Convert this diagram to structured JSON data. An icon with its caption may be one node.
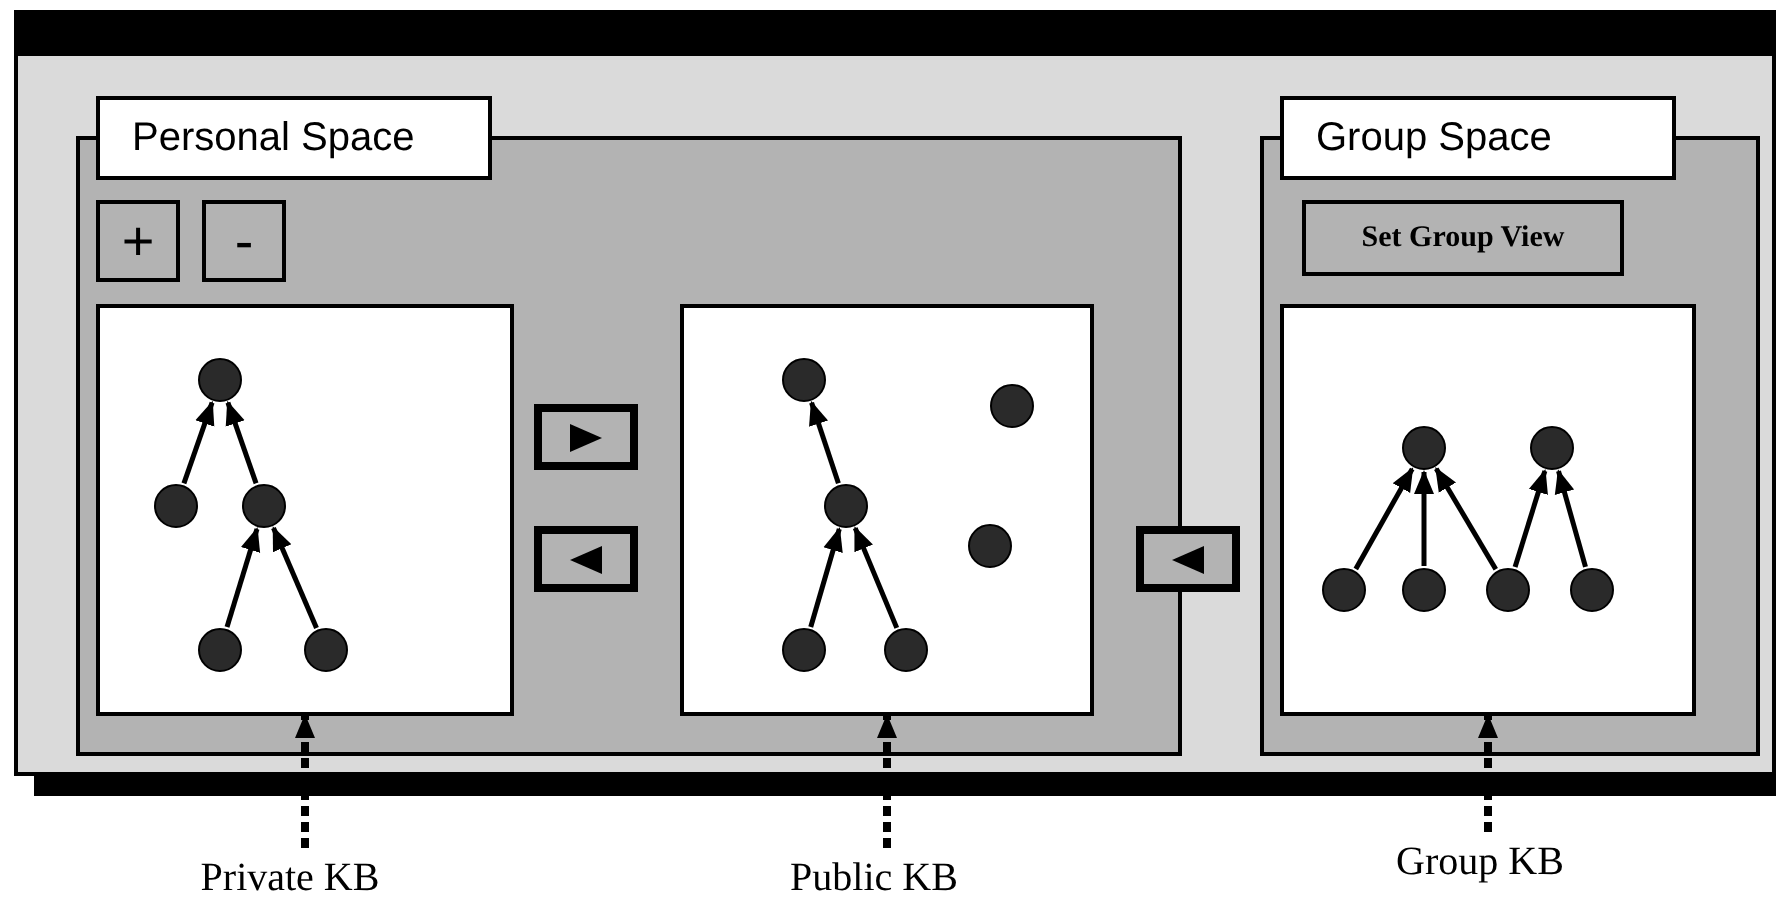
{
  "diagram": {
    "nodes": [
      {
        "text": [],
        "shape": "box"
      },
      {
        "text": [
          "Personal Space"
        ],
        "in": 0
      },
      {
        "text": [
          "+"
        ],
        "in": 1
      },
      {
        "text": [
          "-"
        ],
        "in": 1
      },
      {
        "text": [],
        "shape": "box",
        "in": 1
      },
      {
        "text": [],
        "shape": "circle",
        "in": 4
      },
      {
        "text": [],
        "shape": "circle",
        "in": 4
      },
      {
        "text": [],
        "shape": "circle",
        "in": 4
      },
      {
        "text": [],
        "shape": "circle",
        "in": 4
      },
      {
        "text": [],
        "shape": "circle",
        "in": 4
      },
      {
        "text": [],
        "shape": "box",
        "in": 1
      },
      {
        "text": [],
        "shape": "box",
        "in": 1
      },
      {
        "text": [],
        "shape": "box",
        "in": 1
      },
      {
        "text": [],
        "shape": "circle",
        "in": 12
      },
      {
        "text": [],
        "shape": "circle",
        "in": 12
      },
      {
        "text": [],
        "shape": "circle",
        "in": 12
      },
      {
        "text": [],
        "shape": "circle",
        "in": 12
      },
      {
        "text": [],
        "shape": "circle",
        "in": 12
      },
      {
        "text": [],
        "shape": "circle",
        "in": 12
      },
      {
        "text": [],
        "shape": "box",
        "in": 0
      },
      {
        "text": [
          "Group Space"
        ],
        "in": 0
      },
      {
        "text": [
          "Set Group View"
        ],
        "in": 20
      },
      {
        "text": [],
        "shape": "box",
        "in": 20
      },
      {
        "text": [],
        "shape": "circle",
        "in": 22
      },
      {
        "text": [],
        "shape": "circle",
        "in": 22
      },
      {
        "text": [],
        "shape": "circle",
        "in": 22
      },
      {
        "text": [],
        "shape": "circle",
        "in": 22
      },
      {
        "text": [],
        "shape": "circle",
        "in": 22
      },
      {
        "text": [],
        "shape": "circle",
        "in": 22
      },
      {
        "text": [
          "Private KB"
        ]
      },
      {
        "text": [
          "Public KB"
        ]
      },
      {
        "text": [
          "Group KB"
        ]
      }
    ],
    "edges": [
      {
        "from": 6,
        "to": 5,
        "arrow": "to"
      },
      {
        "from": 7,
        "to": 5,
        "arrow": "to"
      },
      {
        "from": 8,
        "to": 7,
        "arrow": "to"
      },
      {
        "from": 9,
        "to": 7,
        "arrow": "to"
      },
      {
        "from": 15,
        "to": 13,
        "arrow": "to"
      },
      {
        "from": 17,
        "to": 15,
        "arrow": "to"
      },
      {
        "from": 18,
        "to": 15,
        "arrow": "to"
      },
      {
        "from": 25,
        "to": 23,
        "arrow": "to"
      },
      {
        "from": 26,
        "to": 23,
        "arrow": "to"
      },
      {
        "from": 27,
        "to": 23,
        "arrow": "to"
      },
      {
        "from": 27,
        "to": 24,
        "arrow": "to"
      },
      {
        "from": 28,
        "to": 24,
        "arrow": "to"
      },
      {
        "from": 29,
        "to": 4,
        "arrow": "to",
        "style": "dashed"
      },
      {
        "from": 30,
        "to": 12,
        "arrow": "to",
        "style": "dashed"
      },
      {
        "from": 31,
        "to": 22,
        "arrow": "to",
        "style": "dashed"
      }
    ]
  }
}
